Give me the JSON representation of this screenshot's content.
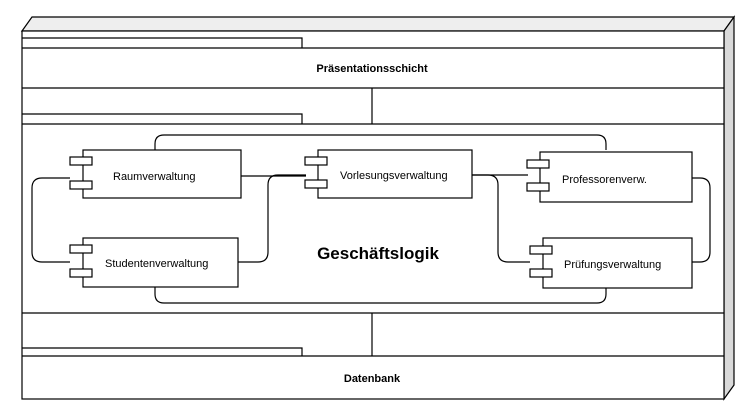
{
  "diagram": {
    "layers": {
      "presentation": "Präsentationsschicht",
      "business_logic": "Geschäftslogik",
      "database": "Datenbank"
    },
    "components": {
      "room": "Raumverwaltung",
      "lecture": "Vorlesungsverwaltung",
      "professor": "Professorenverw.",
      "student": "Studentenverwaltung",
      "exam": "Prüfungsverwaltung"
    }
  }
}
